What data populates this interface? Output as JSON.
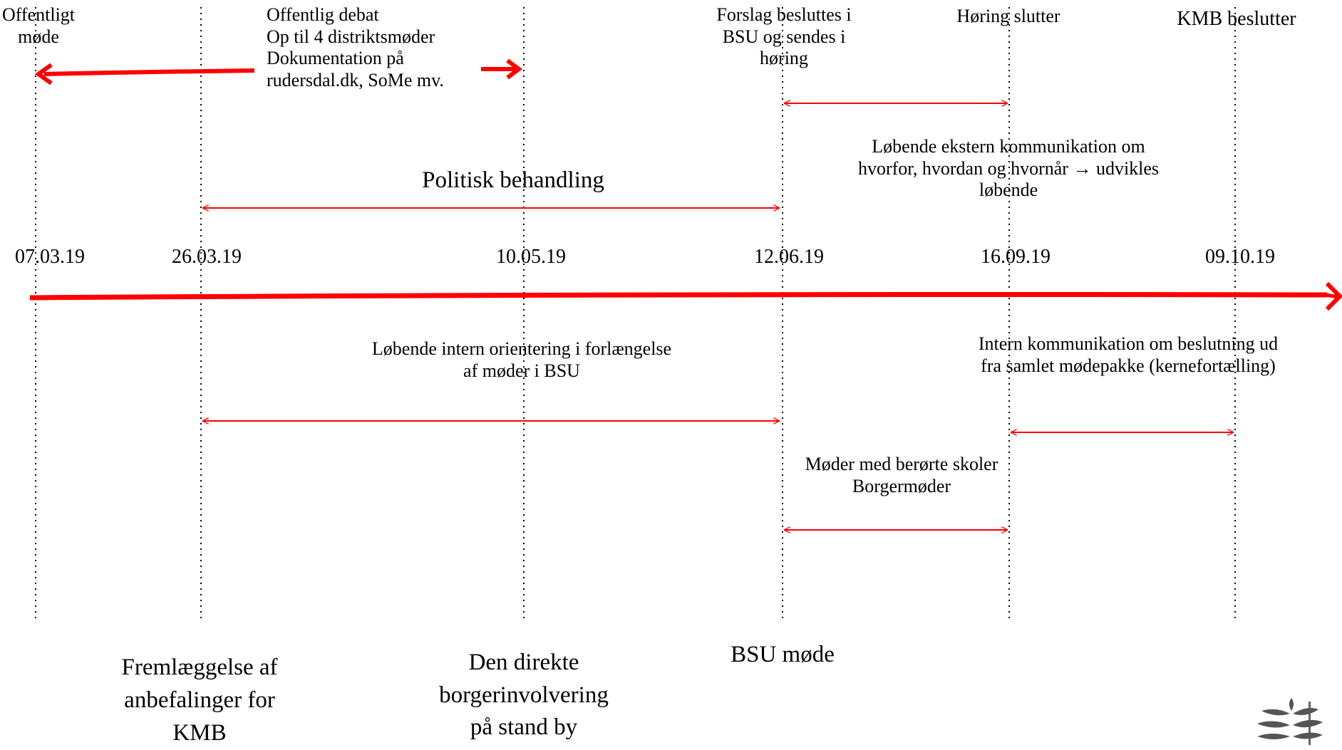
{
  "top_labels": {
    "offentligt_mode": [
      "Offentligt",
      "møde"
    ],
    "offentlig_debat": [
      "Offentlig debat",
      "Op til 4 distriktsmøder",
      "Dokumentation på",
      "rudersdal.dk, SoMe mv."
    ],
    "forslag": [
      "Forslag besluttes i",
      "BSU og sendes i",
      "høring"
    ],
    "horing_slutter": "Høring slutter",
    "kmb_beslutter": "KMB beslutter",
    "politisk_behandling": "Politisk behandling",
    "ekstern_komm": [
      "Løbende ekstern kommunikation om",
      "hvorfor, hvordan og hvornår → udvikles",
      "løbende"
    ]
  },
  "dates": [
    "07.03.19",
    "26.03.19",
    "10.05.19",
    "12.06.19",
    "16.09.19",
    "09.10.19"
  ],
  "mid_labels": {
    "intern_orientering": [
      "Løbende intern orientering i forlængelse",
      "af  møder i BSU"
    ],
    "intern_komm": [
      "Intern kommunikation om beslutning ud",
      "fra samlet mødepakke (kernefortælling)"
    ],
    "moder": [
      "Møder med berørte skoler",
      "Borgermøder"
    ]
  },
  "bottom_labels": {
    "fremlaeggelse": [
      "Fremlæggelse af",
      "anbefalinger for",
      "KMB"
    ],
    "direkte": [
      "Den direkte",
      "borgerinvolvering",
      "på stand by"
    ],
    "bsu_mode": "BSU møde"
  },
  "colors": {
    "arrow": "#ff0000",
    "dotted": "#000000"
  },
  "icons": {
    "logo": "tree-logo-icon"
  }
}
